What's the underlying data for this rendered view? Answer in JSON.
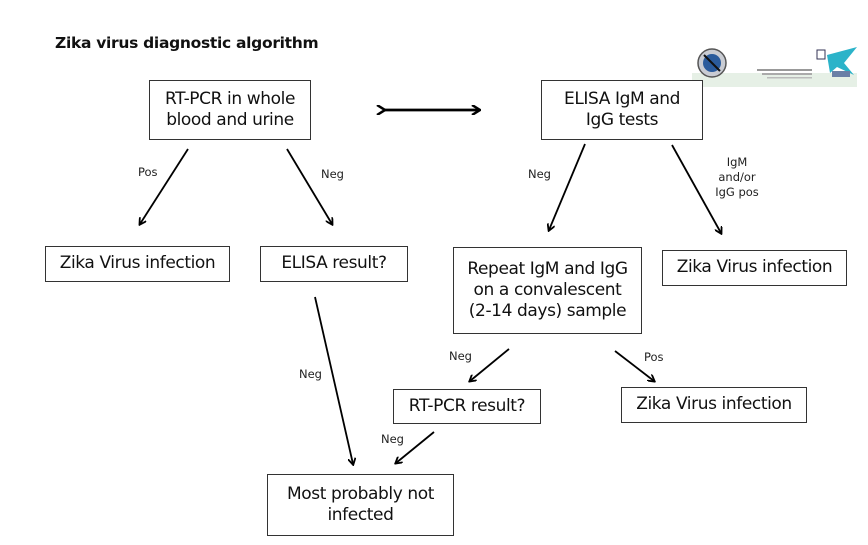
{
  "title": "Zika virus diagnostic algorithm",
  "logo": {
    "icon": "institution-logos"
  },
  "nodes": {
    "rtpcr": "RT-PCR in whole blood and urine",
    "elisa": "ELISA IgM and IgG tests",
    "zika_left": "Zika Virus infection",
    "elisa_result": "ELISA result?",
    "repeat": "Repeat IgM and IgG on a convalescent (2-14 days) sample",
    "zika_right": "Zika Virus infection",
    "rtpcr_result": "RT-PCR result?",
    "zika_bottom": "Zika Virus infection",
    "not_infected": "Most probably not infected"
  },
  "edge_labels": {
    "rtpcr_pos": "Pos",
    "rtpcr_neg": "Neg",
    "elisa_neg": "Neg",
    "elisa_pos": "IgM and/or IgG pos",
    "elisa_result_neg": "Neg",
    "repeat_neg": "Neg",
    "repeat_pos": "Pos",
    "rtpcr_result_neg": "Neg"
  }
}
